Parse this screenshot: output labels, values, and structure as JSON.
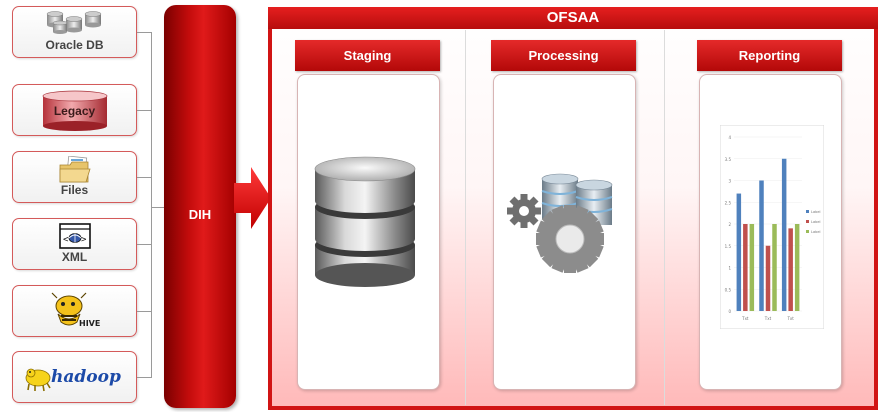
{
  "sources": [
    {
      "label": "Oracle DB",
      "icon": "database-cluster-icon"
    },
    {
      "label": "Legacy",
      "icon": "legacy-cylinder-icon"
    },
    {
      "label": "Files",
      "icon": "folder-icon"
    },
    {
      "label": "XML",
      "icon": "xml-document-icon"
    },
    {
      "label": "HIVE",
      "icon": "hive-logo"
    },
    {
      "label": "hadoop",
      "icon": "hadoop-logo"
    }
  ],
  "dih": {
    "label": "DIH"
  },
  "ofsaa": {
    "title": "OFSAA",
    "columns": [
      {
        "title": "Staging",
        "icon": "database-stack-icon"
      },
      {
        "title": "Processing",
        "icon": "gears-database-icon"
      },
      {
        "title": "Reporting",
        "icon": "bar-chart-icon"
      }
    ]
  },
  "colors": {
    "brand_red": "#d11414",
    "dark_red": "#8b0000"
  },
  "chart_data": {
    "type": "bar",
    "categories": [
      "Txt",
      "Txt",
      "Txt"
    ],
    "series": [
      {
        "name": "Label",
        "color": "#4f81bd",
        "values": [
          2.7,
          3.0,
          3.5
        ]
      },
      {
        "name": "Label",
        "color": "#c0504d",
        "values": [
          2.0,
          1.5,
          1.9
        ]
      },
      {
        "name": "Label",
        "color": "#9bbb59",
        "values": [
          2.0,
          2.0,
          2.0
        ]
      }
    ],
    "yticks": [
      "4",
      "3.5",
      "3",
      "2.5",
      "2",
      "1.5",
      "1",
      "0.5",
      "0"
    ],
    "ylim": [
      0,
      4
    ],
    "legend": "right"
  }
}
